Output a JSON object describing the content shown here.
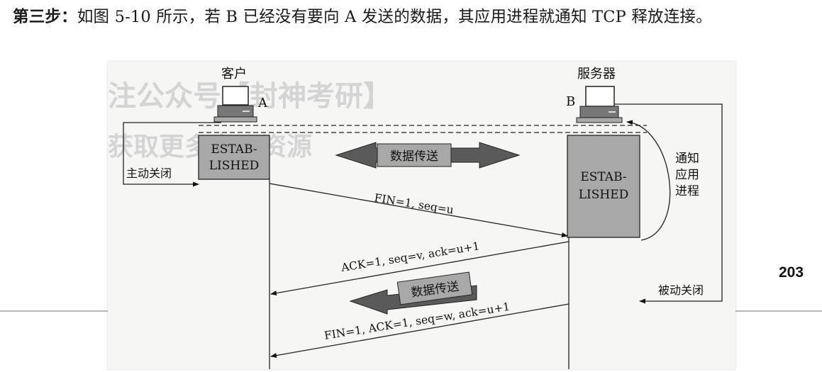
{
  "paragraph": {
    "step": "第三步：",
    "text": "如图 5-10 所示，若 B 已经没有要向 A 发送的数据，其应用进程就通知 TCP 释放连接。"
  },
  "page_number": "203",
  "figure": {
    "client_label": "客户",
    "client_letter": "A",
    "server_label": "服务器",
    "server_letter": "B",
    "client_state": [
      "ESTAB-",
      "LISHED"
    ],
    "server_state": [
      "ESTAB-",
      "LISHED"
    ],
    "active_close": "主动关闭",
    "passive_close": "被动关闭",
    "notify_app": [
      "通知",
      "应用",
      "进程"
    ],
    "data_transfer": "数据传送",
    "msg_fin1": "FIN=1, seq=u",
    "msg_ack": "ACK=1, seq=v, ack=u+1",
    "msg_fin2": "FIN=1, ACK=1, seq=w, ack=u+1",
    "watermark_1": "注公众号【封神考研】",
    "watermark_2": "获取更多考研资源"
  }
}
